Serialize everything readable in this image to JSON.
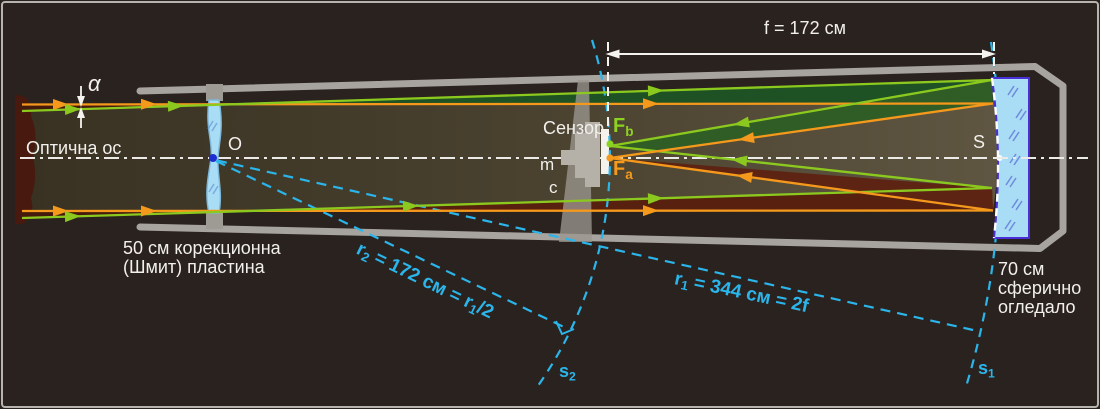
{
  "colors": {
    "background": "#2a221e",
    "frame_border": "#b7b3ae",
    "tube_gray": "#a7a39e",
    "beam_olive": "#4b4330",
    "green_ray": "#8cc91f",
    "orange_ray": "#f4991c",
    "green_cone": "#305c25",
    "green_band": "#1e5124",
    "maroon_cone": "#5e2413",
    "cyan_construction": "#2bb5ea",
    "glass_blue": "#a9dcf5",
    "mirror_border": "#4a2ed8",
    "label_white": "#f2f0ec"
  },
  "labels": {
    "optical_axis": "Оптична ос",
    "field_angle": "α",
    "plate_center": "O",
    "corrector_line1": "50 см корекционна",
    "corrector_line2": "(Шмит) пластина",
    "sensor": "Сензор",
    "focus_b": {
      "base": "F",
      "sub": "b"
    },
    "focus_a": {
      "base": "F",
      "sub": "a"
    },
    "mount": "m",
    "support": "c",
    "focal_length": "f = 172 см",
    "mirror_line1": "70 см",
    "mirror_line2": "сферично",
    "mirror_line3": "огледало",
    "mirror_vertex": "S",
    "r2": {
      "base": "r",
      "sub": "2",
      "mid": " = 172 см = r",
      "sub2": "1",
      "tail": "/2"
    },
    "r1": {
      "base": "r",
      "sub": "1",
      "mid": " = 344 см = 2f"
    },
    "s2": {
      "base": "s",
      "sub": "2"
    },
    "s1": {
      "base": "s",
      "sub": "1"
    }
  }
}
